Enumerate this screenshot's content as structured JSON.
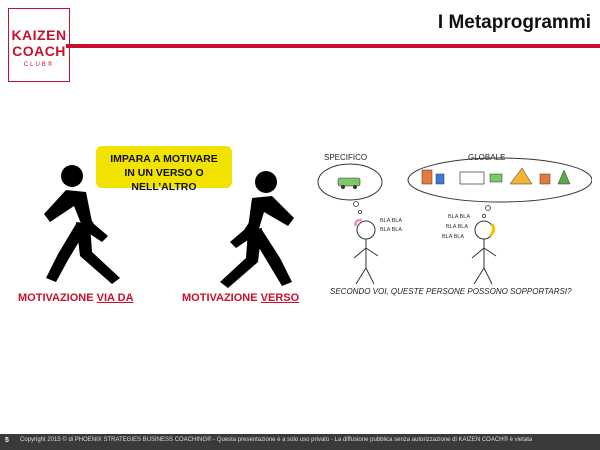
{
  "header": {
    "logo_line1": "KAIZEN",
    "logo_line2": "COACH",
    "logo_line3": "CLUB®",
    "title": "I Metaprogrammi"
  },
  "main": {
    "callout_line1": "IMPARA A MOTIVARE",
    "callout_line2": "IN UN VERSO O NELL’ALTRO",
    "left_label_prefix": "MOTIVAZIONE ",
    "left_label_underlined": "VIA DA",
    "right_label_prefix": "MOTIVAZIONE ",
    "right_label_underlined": "VERSO"
  },
  "sketch": {
    "label_specific": "SPECIFICO",
    "label_global": "GLOBALE",
    "bla_left": "BLA BLA",
    "bla_right": "BLA BLA",
    "caption": "SECONDO VOI, QUESTE PERSONE POSSONO SOPPORTARSI?"
  },
  "footer": {
    "page_number": "5",
    "copyright": "Copyright 2015 © di PHOENIX STRATEGIES BUSINESS COACHING® - Questa presentazione è a solo uso privato - La diffusione pubblica senza autorizzazione di KAIZEN COACH® è vietata"
  },
  "colors": {
    "brand_red": "#c8102e",
    "callout_yellow": "#f2e200",
    "footer_bg": "#3a3a3a"
  }
}
